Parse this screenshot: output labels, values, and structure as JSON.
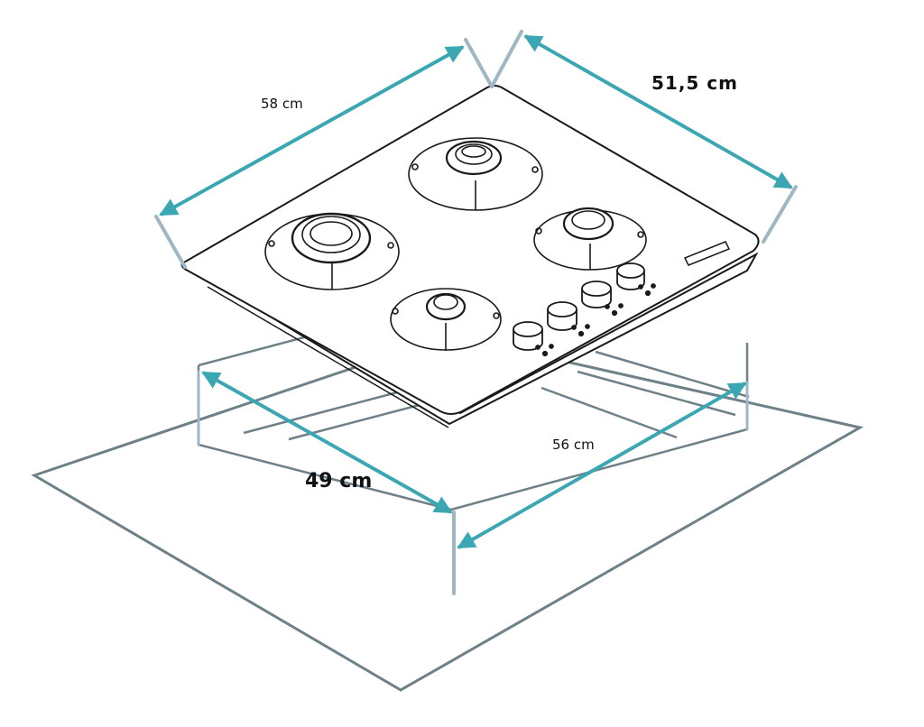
{
  "dimensions": {
    "hob_depth": "58 cm",
    "hob_width": "51,5 cm",
    "cutout_depth": "49 cm",
    "cutout_width": "56 cm"
  },
  "colors": {
    "arrow": "#3ba7b3",
    "extension_line": "#9fb7c4",
    "countertop": "#6e8088",
    "outline": "#1a1a1a"
  },
  "hob": {
    "burner_count": 4,
    "knob_count": 4
  }
}
